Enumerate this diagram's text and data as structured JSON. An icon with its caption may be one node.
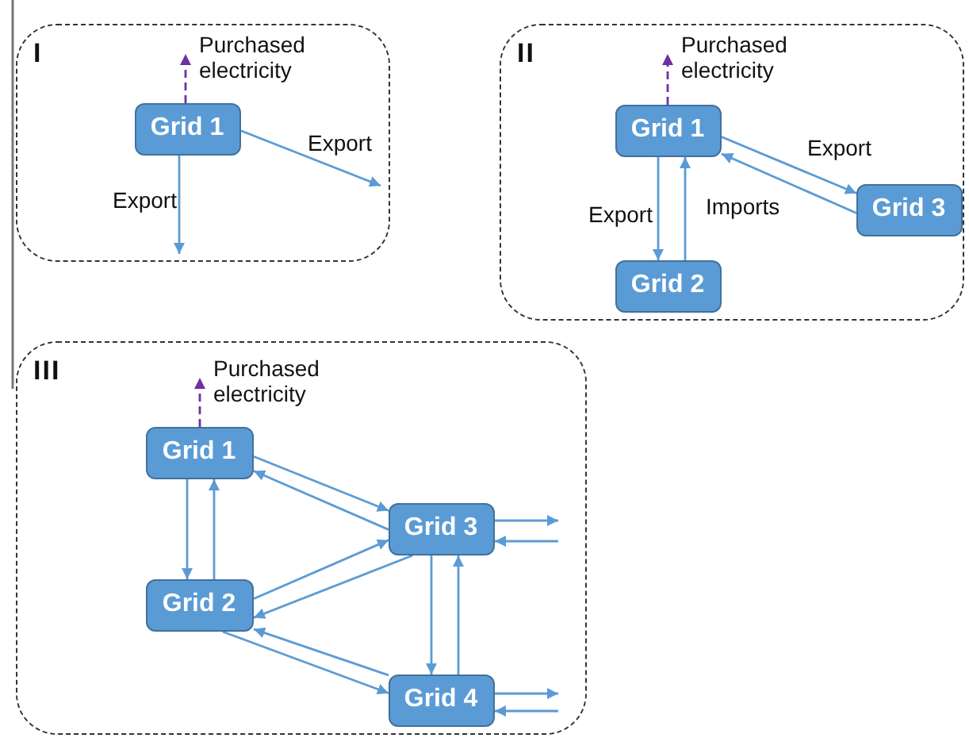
{
  "diagram": {
    "nodes": [
      {
        "text": [
          "I"
        ]
      },
      {
        "text": [
          "Grid 1"
        ],
        "in": 0
      },
      {
        "text": [
          "Purchased electricity"
        ],
        "in": 0
      },
      {
        "text": [
          "II"
        ]
      },
      {
        "text": [
          "Grid 1"
        ],
        "in": 3
      },
      {
        "text": [
          "Purchased electricity"
        ],
        "in": 3
      },
      {
        "text": [
          "Grid 2"
        ],
        "in": 3
      },
      {
        "text": [
          "Grid 3"
        ],
        "in": 3
      },
      {
        "text": [
          "III"
        ]
      },
      {
        "text": [
          "Grid 1"
        ],
        "in": 8
      },
      {
        "text": [
          "Purchased electricity"
        ],
        "in": 8
      },
      {
        "text": [
          "Grid 3"
        ],
        "in": 8
      },
      {
        "text": [
          "Grid 2"
        ],
        "in": 8
      },
      {
        "text": [
          "Grid 4"
        ],
        "in": 8
      }
    ],
    "edges": [
      {
        "from": 1,
        "to": 2,
        "arrow": "to",
        "style": "dashed",
        "color": "#7030a0"
      },
      {
        "from": 1,
        "to": null,
        "arrow": "to",
        "label": "Export"
      },
      {
        "from": 1,
        "to": null,
        "arrow": "to",
        "label": "Export"
      },
      {
        "from": 4,
        "to": 5,
        "arrow": "to",
        "style": "dashed",
        "color": "#7030a0"
      },
      {
        "from": 4,
        "to": 6,
        "arrow": "to",
        "label": "Export"
      },
      {
        "from": 6,
        "to": 4,
        "arrow": "to",
        "label": "Imports"
      },
      {
        "from": 4,
        "to": 7,
        "arrow": "to",
        "label": "Export"
      },
      {
        "from": 7,
        "to": 4,
        "arrow": "to"
      },
      {
        "from": 9,
        "to": 10,
        "arrow": "to",
        "style": "dashed",
        "color": "#7030a0"
      },
      {
        "from": 9,
        "to": 11,
        "arrow": "to"
      },
      {
        "from": 11,
        "to": 9,
        "arrow": "to"
      },
      {
        "from": 9,
        "to": 12,
        "arrow": "to"
      },
      {
        "from": 12,
        "to": 9,
        "arrow": "to"
      },
      {
        "from": 12,
        "to": 11,
        "arrow": "to"
      },
      {
        "from": 11,
        "to": 12,
        "arrow": "to"
      },
      {
        "from": 12,
        "to": 13,
        "arrow": "to"
      },
      {
        "from": 13,
        "to": 12,
        "arrow": "to"
      },
      {
        "from": 11,
        "to": 13,
        "arrow": "to"
      },
      {
        "from": 13,
        "to": 11,
        "arrow": "to"
      },
      {
        "from": 11,
        "to": null,
        "arrow": "to"
      },
      {
        "from": null,
        "to": 11,
        "arrow": "to"
      },
      {
        "from": 13,
        "to": null,
        "arrow": "to"
      },
      {
        "from": null,
        "to": 13,
        "arrow": "to"
      }
    ]
  }
}
